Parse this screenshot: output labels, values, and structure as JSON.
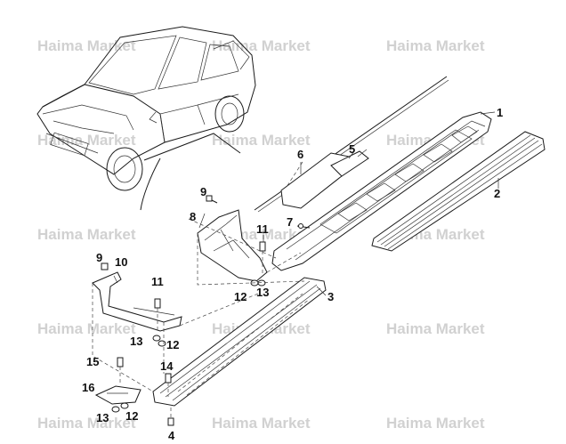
{
  "watermark": "Haima Market",
  "callouts": [
    "1",
    "2",
    "3",
    "4",
    "5",
    "6",
    "7",
    "8",
    "9",
    "9",
    "10",
    "11",
    "11",
    "12",
    "12",
    "12",
    "13",
    "13",
    "13",
    "14",
    "15",
    "16"
  ],
  "colors": {
    "background": "#ffffff",
    "line": "#1a1a1a",
    "watermark": "#c9c9c9"
  }
}
